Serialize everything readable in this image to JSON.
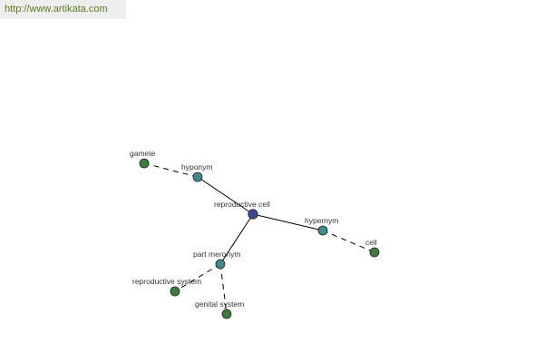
{
  "watermark": {
    "url": "http://www.artikata.com",
    "color": "#5a7a1e"
  },
  "colors": {
    "center": "#3b4a8c",
    "relation": "#3f8a8c",
    "leaf": "#3e7a3e"
  },
  "graph": {
    "nodes": [
      {
        "id": "reproductive-cell",
        "label": "reproductive cell",
        "kind": "center"
      },
      {
        "id": "hyponym",
        "label": "hyponym",
        "kind": "relation"
      },
      {
        "id": "hypernym",
        "label": "hypernym",
        "kind": "relation"
      },
      {
        "id": "part-meronym",
        "label": "part meronym",
        "kind": "relation"
      },
      {
        "id": "gamete",
        "label": "gamete",
        "kind": "leaf"
      },
      {
        "id": "cell",
        "label": "cell",
        "kind": "leaf"
      },
      {
        "id": "reproductive-system",
        "label": "reproductive system",
        "kind": "leaf"
      },
      {
        "id": "genital-system",
        "label": "genital system",
        "kind": "leaf"
      }
    ],
    "edges": [
      {
        "from": "reproductive-cell",
        "to": "hyponym",
        "style": "solid"
      },
      {
        "from": "reproductive-cell",
        "to": "hypernym",
        "style": "solid"
      },
      {
        "from": "reproductive-cell",
        "to": "part-meronym",
        "style": "solid"
      },
      {
        "from": "hyponym",
        "to": "gamete",
        "style": "dashed"
      },
      {
        "from": "hypernym",
        "to": "cell",
        "style": "dashed"
      },
      {
        "from": "part-meronym",
        "to": "reproductive-system",
        "style": "dashed"
      },
      {
        "from": "part-meronym",
        "to": "genital-system",
        "style": "dashed"
      }
    ]
  }
}
